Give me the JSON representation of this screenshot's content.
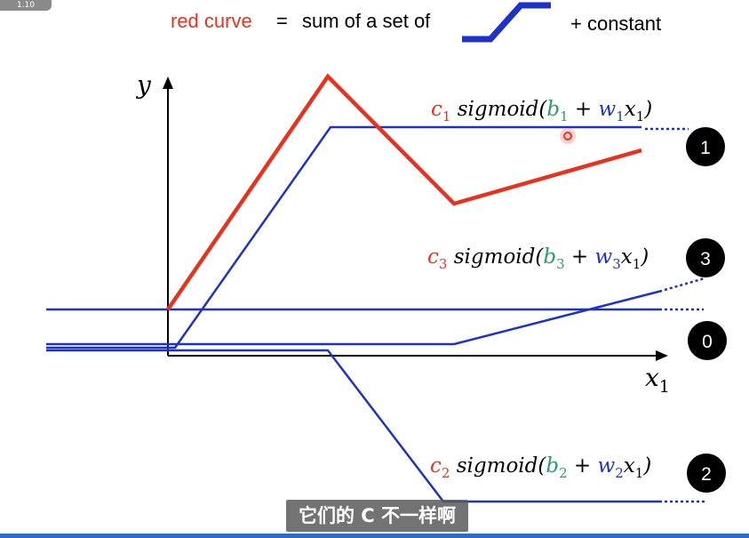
{
  "header": {
    "red_label": "red curve",
    "equals": "=",
    "sum_text": "sum of a set of",
    "plus_constant": "+ constant"
  },
  "axes": {
    "y_label": "y",
    "x_label": "x",
    "x_sub": "1"
  },
  "terms": [
    {
      "c": "c",
      "idx": "1",
      "mid": " sigmoid(",
      "b": "b",
      "plus": " + ",
      "w": "w",
      "x": "x",
      "xsub": "1",
      "close": ")"
    },
    {
      "c": "c",
      "idx": "3",
      "mid": " sigmoid(",
      "b": "b",
      "plus": " + ",
      "w": "w",
      "x": "x",
      "xsub": "1",
      "close": ")"
    },
    {
      "c": "c",
      "idx": "2",
      "mid": " sigmoid(",
      "b": "b",
      "plus": " + ",
      "w": "w",
      "x": "x",
      "xsub": "1",
      "close": ")"
    }
  ],
  "badges": [
    "1",
    "3",
    "0",
    "2"
  ],
  "subtitle": "它们的 C 不一样啊",
  "corner_badge": "1.10",
  "colors": {
    "red": "#e8321e",
    "blue": "#1e32c8",
    "green": "#2a9d6a",
    "black": "#000000"
  }
}
